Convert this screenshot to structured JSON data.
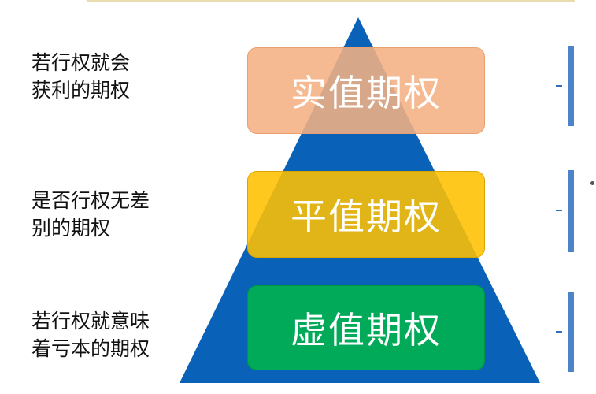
{
  "tiers": [
    {
      "label": "实值期权",
      "description": "若行权就会\n获利的期权",
      "color": "#f4b183"
    },
    {
      "label": "平值期权",
      "description": "是否行权无差\n别的期权",
      "color": "#ffc000"
    },
    {
      "label": "虚值期权",
      "description": "若行权就意味\n着亏本的期权",
      "color": "#00b050"
    }
  ],
  "pyramid_color": "#0a62b8"
}
